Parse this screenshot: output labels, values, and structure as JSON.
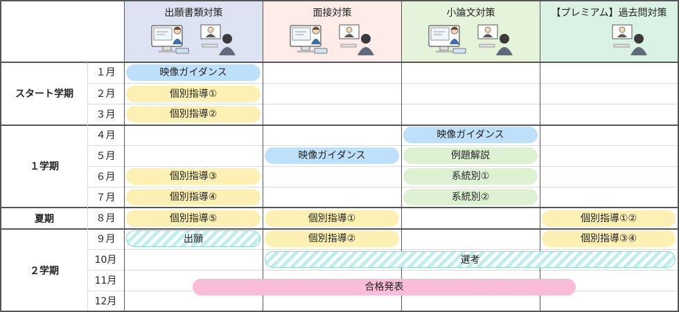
{
  "columns": [
    {
      "title": "出願書類対策",
      "color": "#dde3f3"
    },
    {
      "title": "面接対策",
      "color": "#fcebe7"
    },
    {
      "title": "小論文対策",
      "color": "#e4f3d9"
    },
    {
      "title": "【プレミアム】過去問対策",
      "color": "#d9f2e4"
    }
  ],
  "terms": [
    {
      "label": "スタート学期"
    },
    {
      "label": "１学期"
    },
    {
      "label": "夏期"
    },
    {
      "label": "２学期"
    }
  ],
  "months": [
    "１月",
    "２月",
    "３月",
    "４月",
    "５月",
    "６月",
    "７月",
    "８月",
    "９月",
    "10月",
    "11月",
    "12月"
  ],
  "cells": {
    "col1": {
      "m1": "映像ガイダンス",
      "m2": "個別指導①",
      "m3": "個別指導②",
      "m6": "個別指導③",
      "m7": "個別指導④",
      "m8": "個別指導⑤",
      "m9": "出願"
    },
    "col2": {
      "m5": "映像ガイダンス",
      "m8": "個別指導①",
      "m9": "個別指導②"
    },
    "col3": {
      "m4": "映像ガイダンス",
      "m5": "例題解説",
      "m6": "系統別①",
      "m7": "系統別②"
    },
    "col4": {
      "m8": "個別指導①②",
      "m9": "個別指導③④"
    },
    "span_selection": "選考",
    "span_result": "合格発表"
  },
  "palette": {
    "guidance": "#bfe0fb",
    "individual": "#fdf0b5",
    "essay": "#dcf2d3",
    "result": "#fbbcd9",
    "application_stripe": "#bfeeed"
  }
}
